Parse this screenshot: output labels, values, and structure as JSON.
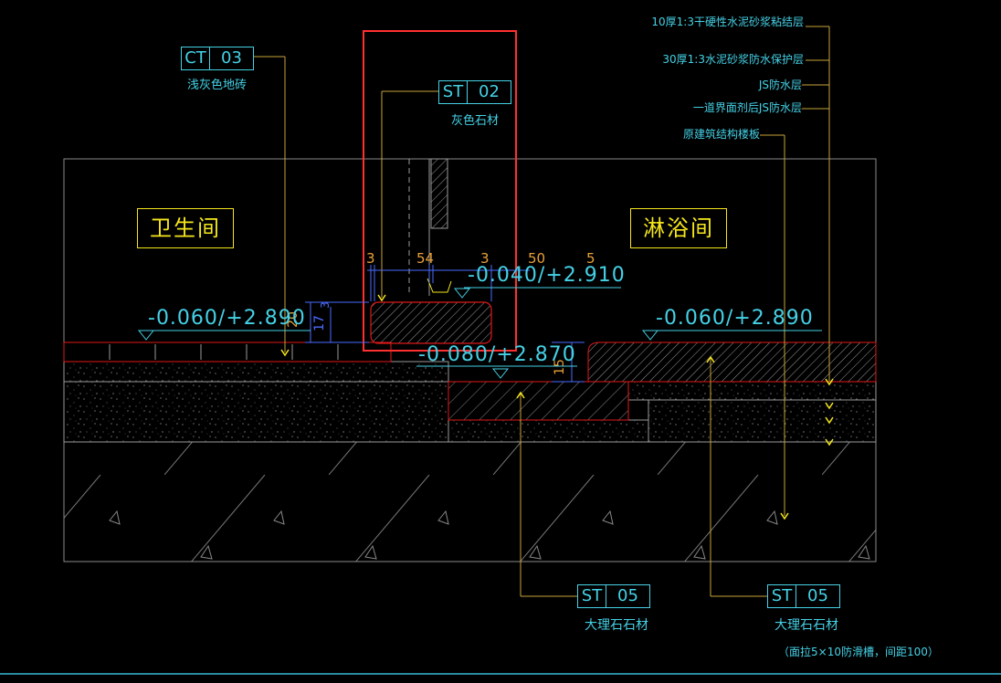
{
  "colors": {
    "background": "#000000",
    "cyan": "#45d1e6",
    "yellow": "#f5e61c",
    "red": "#e01818",
    "white": "#d8d8d8",
    "gold_leader": "#c8a43a",
    "orange": "#e8a13a",
    "blue_dim": "#4a6bff",
    "gray": "#9a9a9a",
    "highlight": "#ff3030"
  },
  "tags": {
    "ct03": {
      "left": "CT",
      "right": "03",
      "desc": "浅灰色地砖"
    },
    "st02": {
      "left": "ST",
      "right": "02",
      "desc": "灰色石材"
    },
    "st05a": {
      "left": "ST",
      "right": "05",
      "desc": "大理石石材"
    },
    "st05b": {
      "left": "ST",
      "right": "05",
      "desc": "大理石石材"
    }
  },
  "rooms": {
    "left": "卫生间",
    "right": "淋浴间"
  },
  "layers": [
    "10厚1:3干硬性水泥砂浆粘结层",
    "30厚1:3水泥砂浆防水保护层",
    "JS防水层",
    "一道界面剂后JS防水层",
    "原建筑结构楼板"
  ],
  "elevations": {
    "left": "-0.060/+2.890",
    "threshold": "-0.040/+2.910",
    "right": "-0.060/+2.890",
    "recess": "-0.080/+2.870"
  },
  "dimensions": {
    "d1": "3",
    "d2": "54",
    "d3": "3",
    "d4": "50",
    "d5": "5",
    "v1": "20",
    "v2": "17",
    "v3": "3",
    "v4": "15"
  },
  "note": "（面拉5×10防滑槽，间距100）"
}
